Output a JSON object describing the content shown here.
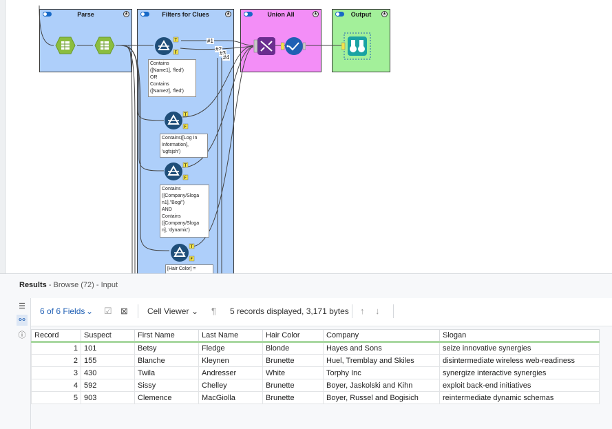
{
  "canvas": {
    "containers": {
      "parse": {
        "title": "Parse",
        "color": "#aecffa"
      },
      "filters": {
        "title": "Filters for Clues",
        "color": "#aecffa"
      },
      "union": {
        "title": "Union All",
        "color": "#f38ef7"
      },
      "output": {
        "title": "Output",
        "color": "#a3f09a"
      }
    },
    "annotations": {
      "filter1": "Contains\n([Name1], 'fled')\nOR\nContains\n([Name2], 'fled')",
      "filter2": "Contains([Log In\nInformation],\n'ugfsjsh')",
      "filter3": "Contains\n([Company/Sloga\nn1],\"Bogi\")\nAND\nContains\n([Company/Sloga\nn], 'dynamic')",
      "filter4": "[Hair Color] ="
    },
    "connection_labels": [
      "#1",
      "#2",
      "#3",
      "#4"
    ],
    "anchor_labels": {
      "true": "T",
      "false": "F"
    }
  },
  "results": {
    "title": "Results",
    "subtitle": "- Browse (72) - Input",
    "toolbar": {
      "fields": "6 of 6 Fields",
      "cell_viewer": "Cell Viewer",
      "status": "5 records displayed, 3,171 bytes"
    },
    "icons": {
      "side": [
        "list-icon",
        "binoculars-icon",
        "help-icon"
      ],
      "toolbar": [
        "chevron-down-icon",
        "check-icon",
        "close-icon",
        "pilcrow-icon",
        "arrow-up-icon",
        "arrow-down-icon"
      ]
    },
    "columns": [
      "Record",
      "Suspect",
      "First Name",
      "Last Name",
      "Hair Color",
      "Company",
      "Slogan"
    ],
    "rows": [
      [
        "1",
        "101",
        "Betsy",
        "Fledge",
        "Blonde",
        "Hayes and Sons",
        "seize innovative synergies"
      ],
      [
        "2",
        "155",
        "Blanche",
        "Kleynen",
        "Brunette",
        "Huel, Tremblay and Skiles",
        "disintermediate wireless web-readiness"
      ],
      [
        "3",
        "430",
        "Twila",
        "Andresser",
        "White",
        "Torphy Inc",
        "synergize interactive synergies"
      ],
      [
        "4",
        "592",
        "Sissy",
        "Chelley",
        "Brunette",
        "Boyer, Jaskolski and Kihn",
        "exploit back-end initiatives"
      ],
      [
        "5",
        "903",
        "Clemence",
        "MacGiolla",
        "Brunette",
        "Boyer, Russel and Bogisich",
        "reintermediate dynamic schemas"
      ]
    ]
  }
}
